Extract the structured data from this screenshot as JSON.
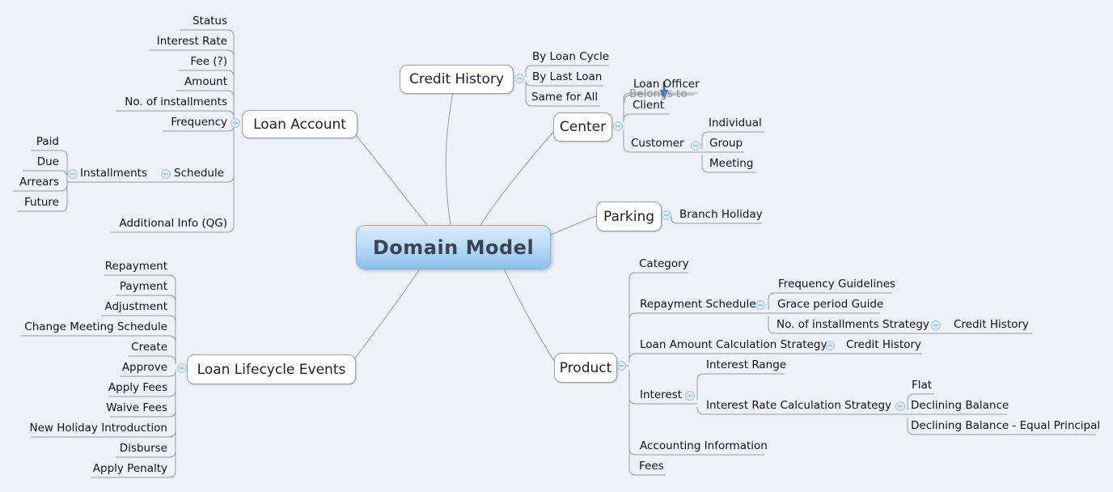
{
  "root": {
    "label": "Domain Model"
  },
  "loan_account": {
    "label": "Loan Account",
    "children": {
      "status": "Status",
      "interest_rate": "Interest Rate",
      "fee": "Fee (?)",
      "amount": "Amount",
      "no_of_installments": "No. of installments",
      "frequency": "Frequency",
      "schedule": "Schedule",
      "installments": "Installments",
      "paid": "Paid",
      "due": "Due",
      "arrears": "Arrears",
      "future": "Future",
      "additional_info": "Additional Info (QG)"
    }
  },
  "credit_history": {
    "label": "Credit History",
    "children": {
      "by_loan_cycle": "By Loan Cycle",
      "by_last_loan": "By Last Loan",
      "same_for_all": "Same for All"
    }
  },
  "center": {
    "label": "Center",
    "link_label": "Belongs to",
    "children": {
      "loan_officer": "Loan Officer",
      "client": "Client",
      "customer": "Customer",
      "individual": "Individual",
      "group": "Group",
      "meeting": "Meeting"
    }
  },
  "parking": {
    "label": "Parking",
    "children": {
      "branch_holiday": "Branch Holiday"
    }
  },
  "product": {
    "label": "Product",
    "children": {
      "category": "Category",
      "repayment_schedule": "Repayment Schedule",
      "frequency_guidelines": "Frequency Guidelines",
      "grace_period_guide": "Grace period Guide",
      "no_of_installments_strategy": "No. of installments Strategy",
      "credit_history_a": "Credit History",
      "loan_amount_calc_strategy": "Loan Amount Calculation Strategy",
      "credit_history_b": "Credit History",
      "interest": "Interest",
      "interest_range": "Interest Range",
      "interest_rate_calc_strategy": "Interest Rate Calculation Strategy",
      "flat": "Flat",
      "declining_balance": "Declining Balance",
      "declining_balance_equal_principal": "Declining Balance - Equal Principal",
      "accounting_information": "Accounting Information",
      "fees": "Fees"
    }
  },
  "lifecycle": {
    "label": "Loan Lifecycle Events",
    "children": {
      "repayment": "Repayment",
      "payment": "Payment",
      "adjustment": "Adjustment",
      "change_meeting_schedule": "Change Meeting Schedule",
      "create": "Create",
      "approve": "Approve",
      "apply_fees": "Apply Fees",
      "waive_fees": "Waive Fees",
      "new_holiday_introduction": "New Holiday Introduction",
      "disburse": "Disburse",
      "apply_penalty": "Apply Penalty"
    }
  },
  "colors": {
    "background": "#eef1f7",
    "connector": "#9b9b9b",
    "node_border": "#9aa0a6",
    "node_fill": "#ffffff",
    "root_gradient_top": "#d7ebfc",
    "root_gradient_bottom": "#8cc0ee",
    "root_text": "#3a4554",
    "fold_circle_fill": "#dcebfa",
    "fold_circle_border": "#a8c6e8",
    "link_label": "#8d939e",
    "link_arrow": "#3a6ebf",
    "text": "#111111"
  }
}
